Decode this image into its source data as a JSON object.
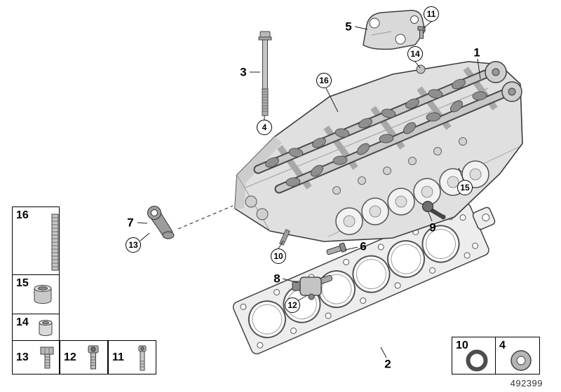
{
  "figure": {
    "id_label": "492399"
  },
  "callouts": {
    "n1": "1",
    "n2": "2",
    "n3": "3",
    "n4": "4",
    "n5": "5",
    "n6": "6",
    "n7": "7",
    "n8": "8",
    "n9": "9",
    "n10": "10",
    "n11": "11",
    "n12": "12",
    "n13": "13",
    "n14": "14",
    "n15": "15",
    "n16": "16"
  },
  "legend": {
    "items": {
      "b16": {
        "label": "16",
        "icon": "stud-icon"
      },
      "b15": {
        "label": "15",
        "icon": "dowel-sleeve-icon"
      },
      "b14": {
        "label": "14",
        "icon": "sleeve-icon"
      },
      "b13": {
        "label": "13",
        "icon": "hex-bolt-icon"
      },
      "b12": {
        "label": "12",
        "icon": "socket-head-screw-icon"
      },
      "b11": {
        "label": "11",
        "icon": "cylinder-screw-icon"
      },
      "b10": {
        "label": "10",
        "icon": "o-ring-icon"
      },
      "b4": {
        "label": "4",
        "icon": "washer-icon"
      }
    }
  },
  "colors": {
    "line": "#3a3a3a",
    "fill_light": "#e0e0e0",
    "fill_mid": "#c9c9c9",
    "fill_dark": "#8f8f8f",
    "white": "#ffffff"
  }
}
